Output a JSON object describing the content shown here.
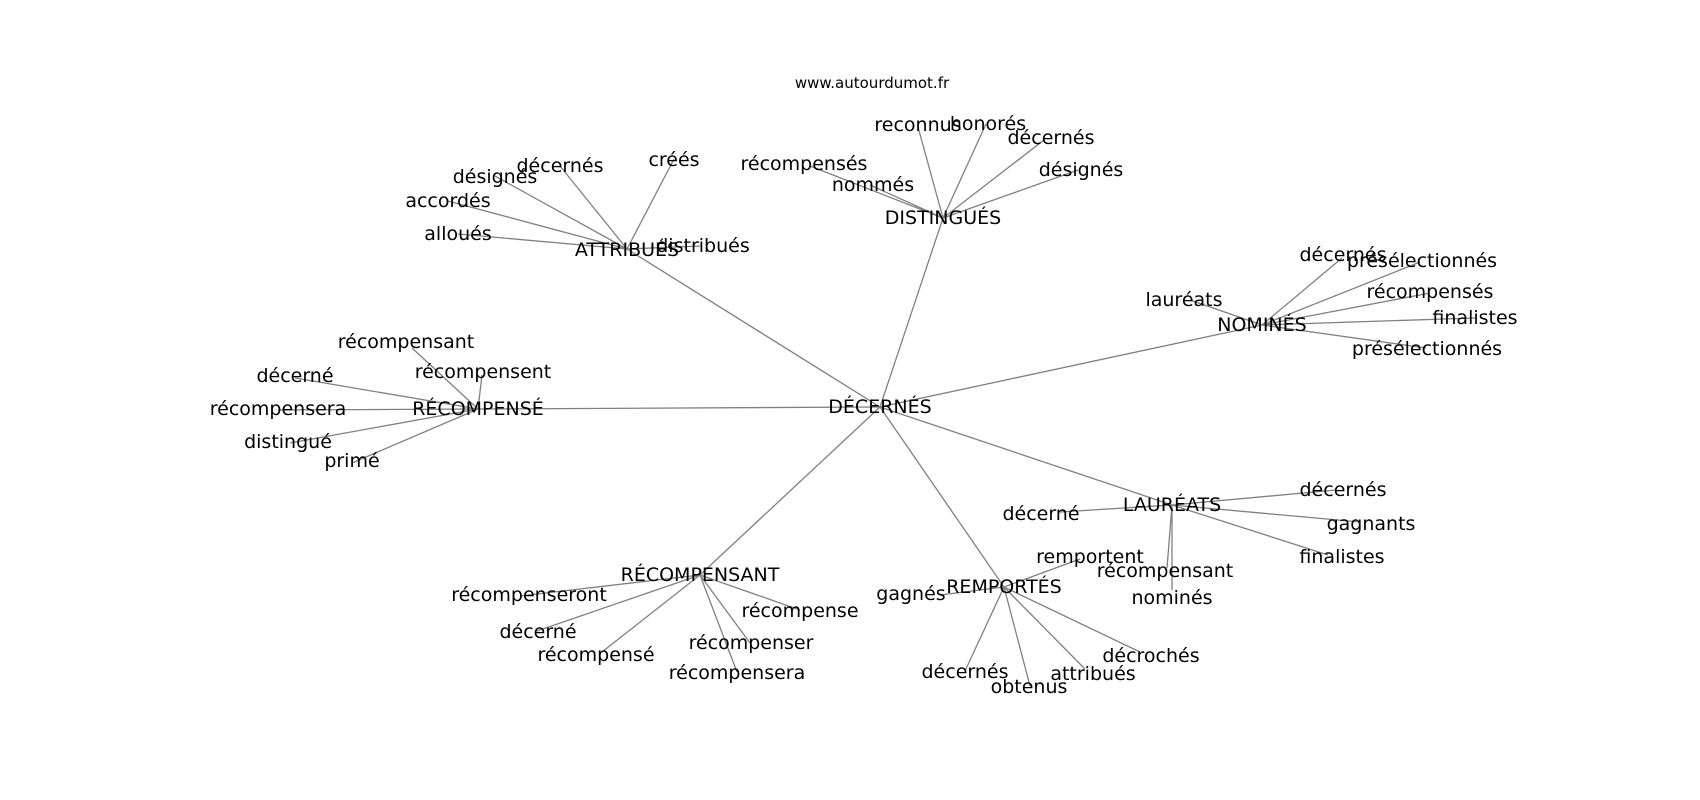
{
  "watermark": "www.autourdumot.fr",
  "center": {
    "label": "DÉCERNÉS"
  },
  "hubs": [
    {
      "id": "attribues",
      "label": "ATTRIBUÉS",
      "leaves": [
        "créés",
        "décernés",
        "désignés",
        "accordés",
        "alloués",
        "distribués"
      ]
    },
    {
      "id": "distingues",
      "label": "DISTINGUÉS",
      "leaves": [
        "reconnus",
        "honorés",
        "décernés",
        "désignés",
        "récompensés",
        "nommés"
      ]
    },
    {
      "id": "nomines",
      "label": "NOMINÉS",
      "leaves": [
        "décernés",
        "présélectionnés",
        "récompensés",
        "lauréats",
        "finalistes",
        "présélectionnés"
      ]
    },
    {
      "id": "recompense",
      "label": "RÉCOMPENSÉ",
      "leaves": [
        "récompensant",
        "récompensent",
        "décerné",
        "récompensera",
        "distingué",
        "primé"
      ]
    },
    {
      "id": "laureats",
      "label": "LAURÉATS",
      "leaves": [
        "décernés",
        "décerné",
        "gagnants",
        "finalistes",
        "récompensant",
        "nominés"
      ]
    },
    {
      "id": "recompensant",
      "label": "RÉCOMPENSANT",
      "leaves": [
        "récompenseront",
        "récompense",
        "décerné",
        "récompensé",
        "récompenser",
        "récompensera"
      ]
    },
    {
      "id": "remportes",
      "label": "REMPORTÉS",
      "leaves": [
        "remportent",
        "gagnés",
        "décrochés",
        "décernés",
        "attribués",
        "obtenus"
      ]
    }
  ]
}
